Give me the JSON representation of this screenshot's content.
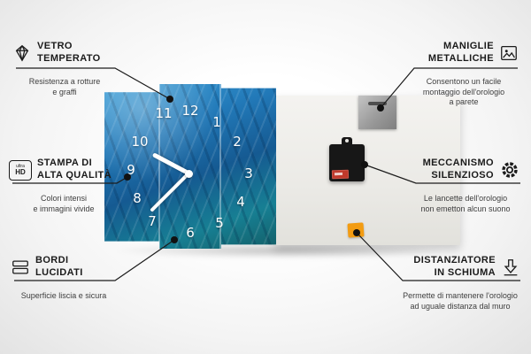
{
  "colors": {
    "clock_blue": "#1e6fae",
    "foam_orange": "#f39c12",
    "battery_red": "#c0392b",
    "line_black": "#1c1c1c"
  },
  "clock": {
    "numbers": [
      "12",
      "1",
      "2",
      "3",
      "4",
      "5",
      "6",
      "7",
      "8",
      "9",
      "10",
      "11"
    ]
  },
  "callouts": {
    "tempered_glass": {
      "title": "VETRO\nTEMPERATO",
      "subtitle": "Resistenza a rotture\ne graffi"
    },
    "print_quality": {
      "title": "STAMPA DI\nALTA QUALITÀ",
      "subtitle": "Colori intensi\ne immagini vivide",
      "icon_line1": "ultra",
      "icon_line2": "HD"
    },
    "polished_edges": {
      "title": "BORDI\nLUCIDATI",
      "subtitle": "Superficie liscia e sicura"
    },
    "metal_handles": {
      "title": "MANIGLIE\nMETALLICHE",
      "subtitle": "Consentono un facile\nmontaggio dell'orologio\na parete"
    },
    "silent_mechanism": {
      "title": "MECCANISMO\nSILENZIOSO",
      "subtitle": "Le lancette dell'orologio\nnon emetton alcun suono"
    },
    "foam_spacer": {
      "title": "DISTANZIATORE\nIN SCHIUMA",
      "subtitle": "Permette di mantenere l'orologio\nad uguale distanza dal muro"
    }
  }
}
